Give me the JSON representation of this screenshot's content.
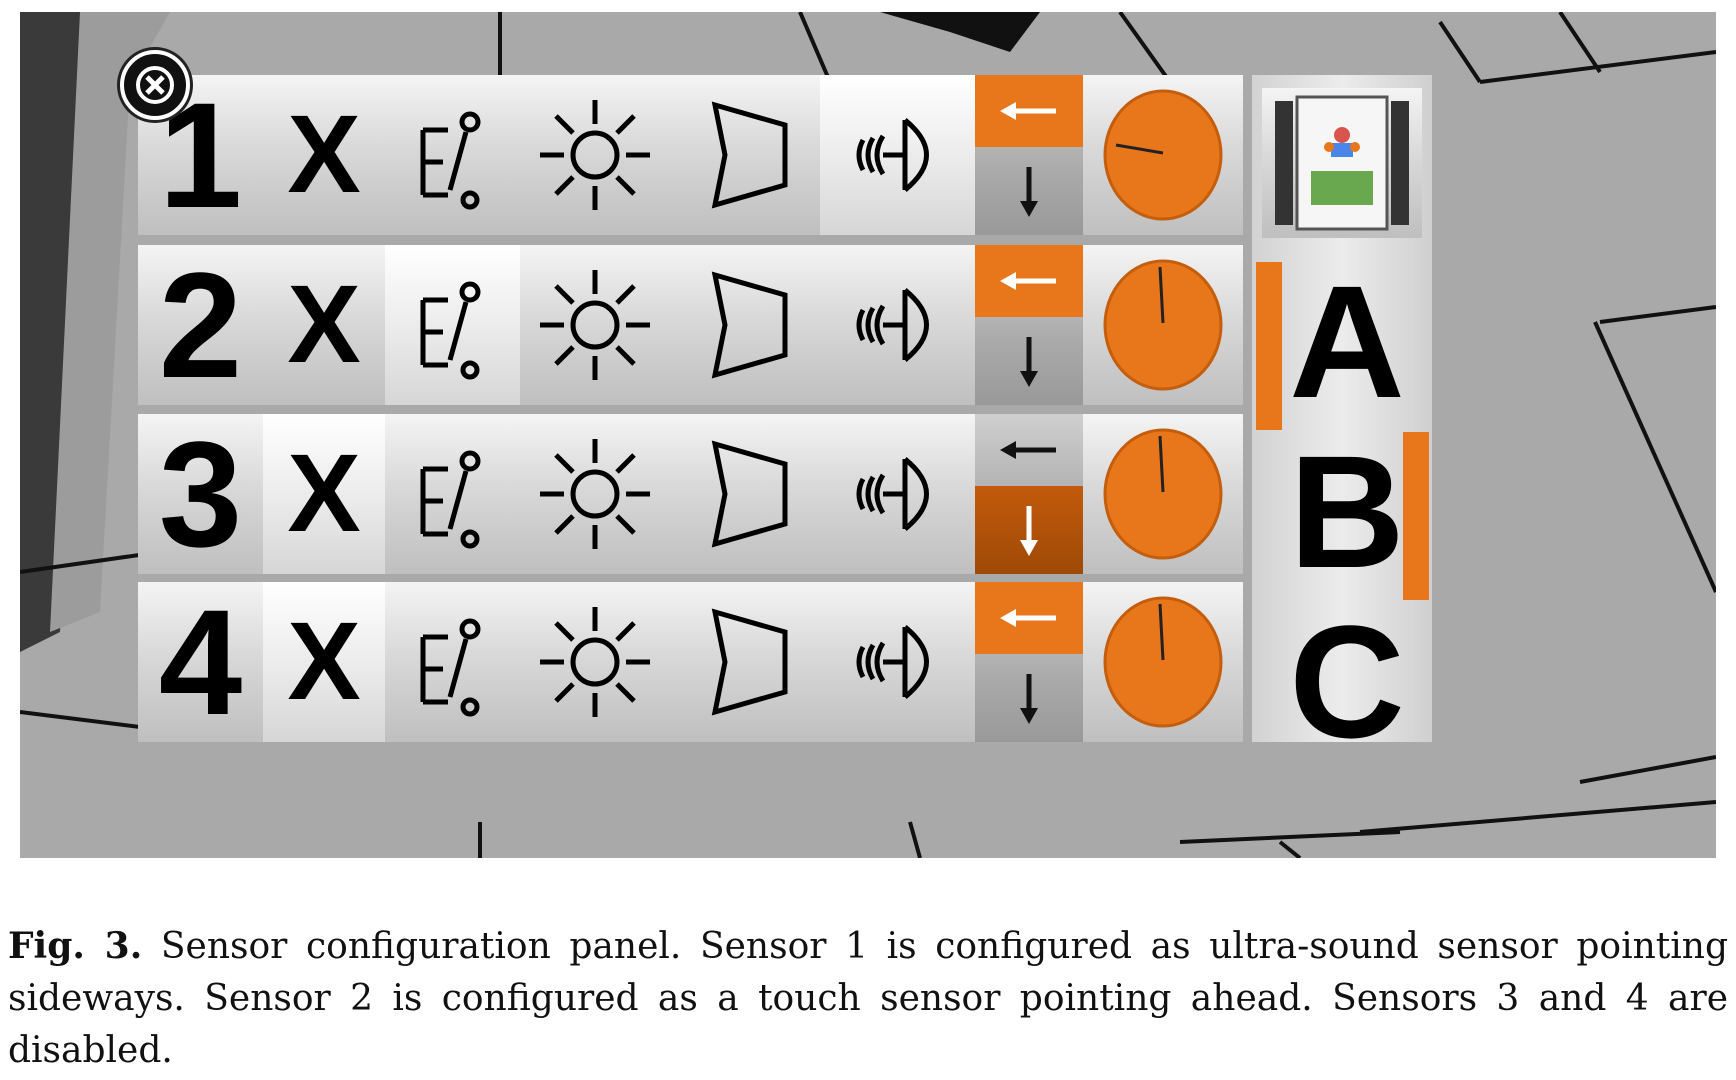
{
  "close_button": {
    "icon": "close-icon"
  },
  "sensor_rows": [
    {
      "port": "1",
      "disable_label": "X",
      "selected_type": "ultrasound",
      "direction": "sideways"
    },
    {
      "port": "2",
      "disable_label": "X",
      "selected_type": "touch",
      "direction": "sideways"
    },
    {
      "port": "3",
      "disable_label": "X",
      "selected_type": "disabled",
      "direction": "ahead"
    },
    {
      "port": "4",
      "disable_label": "X",
      "selected_type": "disabled",
      "direction": "sideways"
    }
  ],
  "sensor_type_icons": [
    "touch-sensor-icon",
    "light-sensor-icon",
    "sound-sensor-icon",
    "ultrasound-sensor-icon"
  ],
  "direction_icons": [
    "arrow-left-icon",
    "arrow-down-icon"
  ],
  "motor_ports": [
    {
      "letter": "A",
      "active": true
    },
    {
      "letter": "B",
      "active": true
    },
    {
      "letter": "C",
      "active": false
    }
  ],
  "colors": {
    "accent": "#e8761a",
    "panel": "#d6d6d6",
    "background": "#a6a6a6"
  },
  "caption": {
    "label": "Fig. 3.",
    "text": "Sensor configuration panel. Sensor 1 is configured as ultra-sound sensor pointing sideways. Sensor 2 is configured as a touch sensor pointing ahead. Sensors 3 and 4 are disabled."
  }
}
